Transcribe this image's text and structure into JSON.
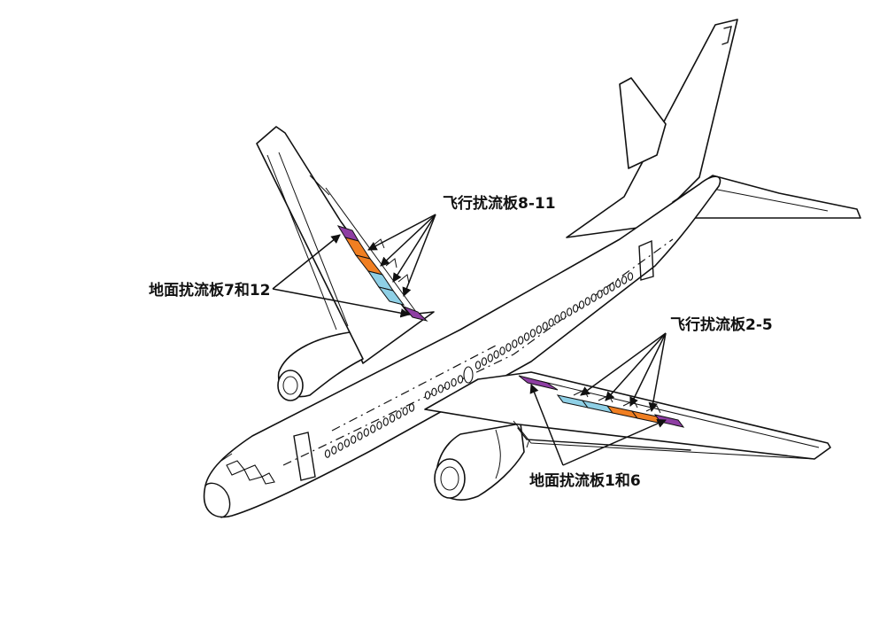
{
  "labels": {
    "flight_spoilers_left": "飞行扰流板8-11",
    "ground_spoilers_left": "地面扰流板7和12",
    "flight_spoilers_right": "飞行扰流板2-5",
    "ground_spoilers_right": "地面扰流板1和6"
  },
  "colors": {
    "ground_spoiler": "#8e3ea3",
    "flight_spoiler_orange": "#f07f22",
    "flight_spoiler_blue": "#8fd0e6",
    "outline": "#111111"
  }
}
